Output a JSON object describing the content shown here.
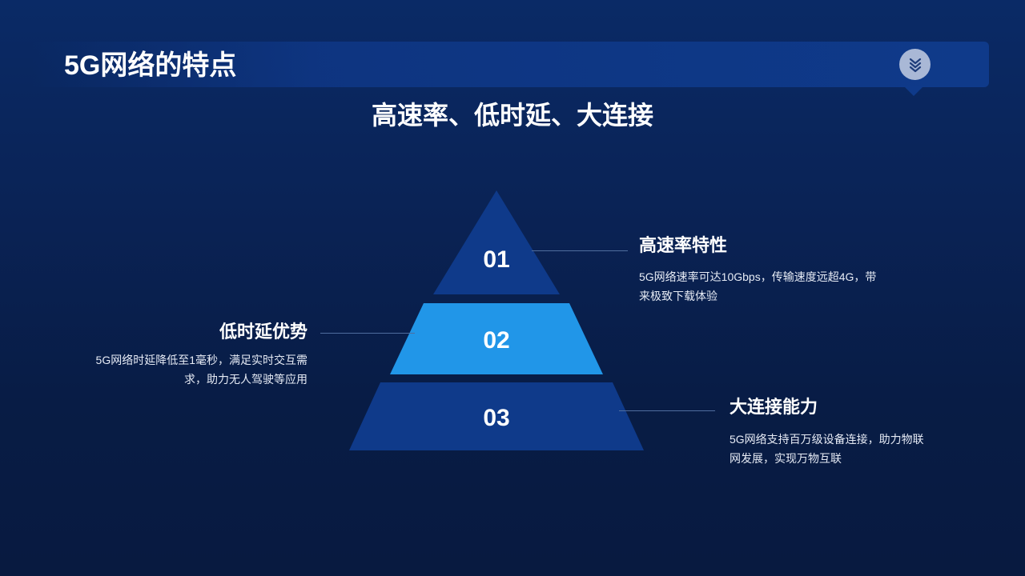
{
  "header": {
    "title": "5G网络的特点",
    "icon": "chevrons-down-icon"
  },
  "subtitle": "高速率、低时延、大连接",
  "colors": {
    "background": "#0a2356",
    "header_bar": "#0f3a8a",
    "tier_dark": "#0f3a8a",
    "tier_highlight": "#2196e8",
    "icon_circle": "#a9b8d6",
    "connector": "#4f6d9e"
  },
  "pyramid": {
    "tiers": [
      {
        "number": "01",
        "highlighted": false
      },
      {
        "number": "02",
        "highlighted": true
      },
      {
        "number": "03",
        "highlighted": false
      }
    ]
  },
  "features": [
    {
      "tier": "01",
      "title": "高速率特性",
      "description_line1": "5G网络速率可达10Gbps，传输速度远超4G，带",
      "description_line2": "来极致下载体验"
    },
    {
      "tier": "02",
      "title": "低时延优势",
      "description_line1": "5G网络时延降低至1毫秒，满足实时交互需",
      "description_line2": "求，助力无人驾驶等应用"
    },
    {
      "tier": "03",
      "title": "大连接能力",
      "description_line1": "5G网络支持百万级设备连接，助力物联",
      "description_line2": "网发展，实现万物互联"
    }
  ]
}
